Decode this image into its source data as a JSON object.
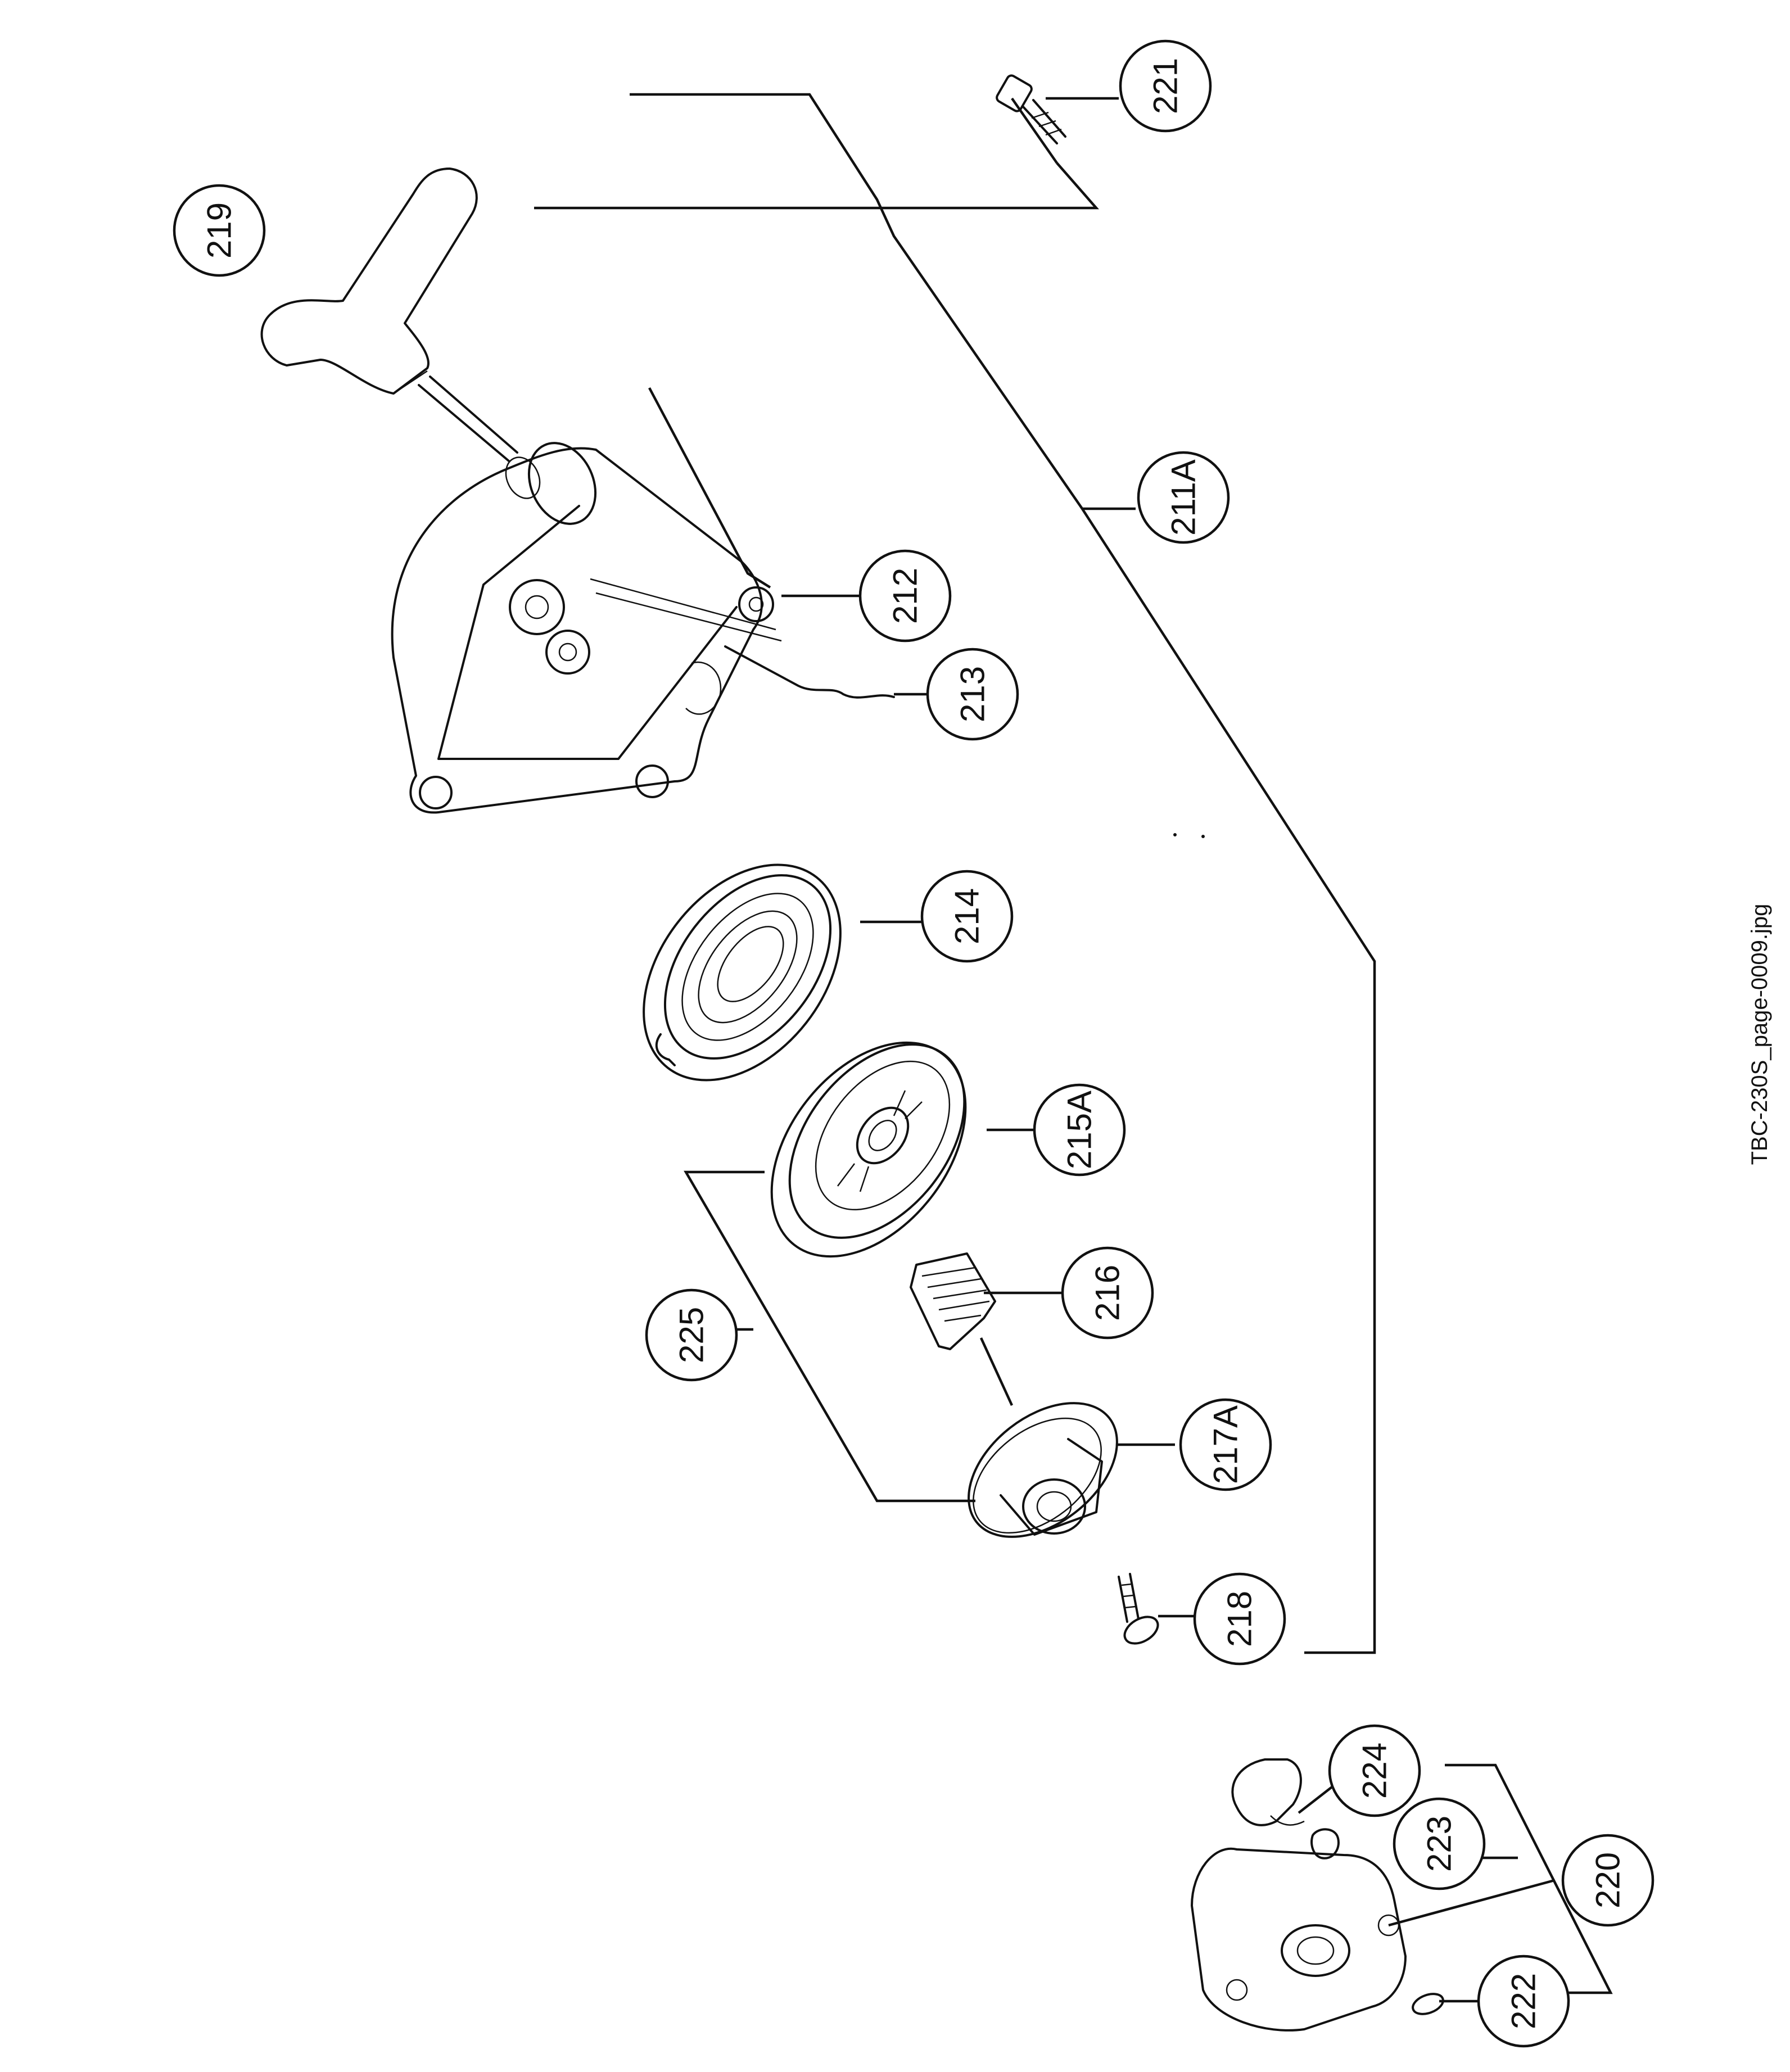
{
  "diagram": {
    "filename": "TBC-230S_page-0009.jpg",
    "callouts": {
      "p221": "221",
      "p219": "219",
      "p211A": "211A",
      "p212": "212",
      "p213": "213",
      "p214": "214",
      "p215A": "215A",
      "p216": "216",
      "p225": "225",
      "p217A": "217A",
      "p218": "218",
      "p224": "224",
      "p223": "223",
      "p220": "220",
      "p222": "222"
    }
  }
}
